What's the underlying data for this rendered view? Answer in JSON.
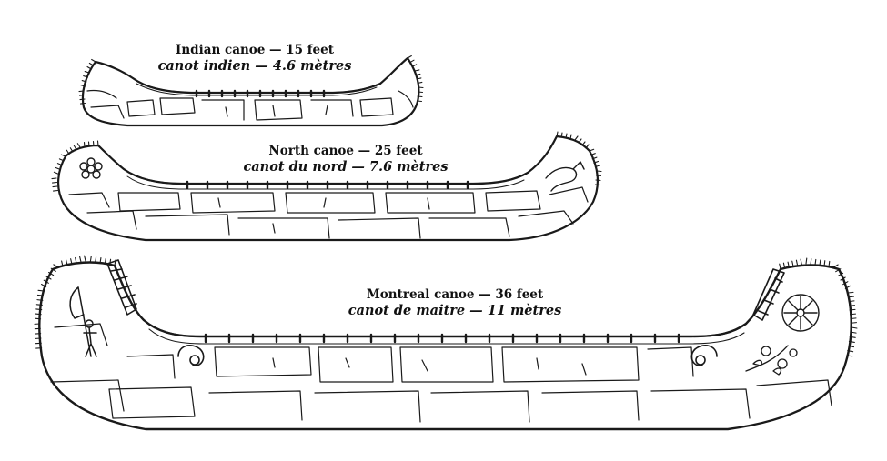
{
  "canoes": [
    {
      "id": "indian",
      "label_en": "Indian canoe — 15 feet",
      "label_fr": "canot indien — 4.6 mètres"
    },
    {
      "id": "north",
      "label_en": "North canoe — 25 feet",
      "label_fr": "canot du nord — 7.6 mètres"
    },
    {
      "id": "montreal",
      "label_en": "Montreal canoe — 36 feet",
      "label_fr": "canot de maitre — 11 mètres"
    }
  ],
  "colors": {
    "ink": "#1a1a1a",
    "background": "#ffffff"
  }
}
